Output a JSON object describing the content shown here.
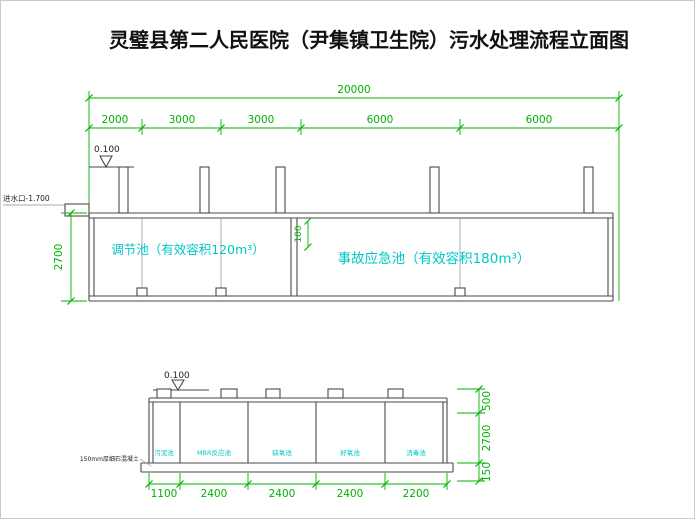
{
  "title": "灵璧县第二人民医院（尹集镇卫生院）污水处理流程立面图",
  "colors": {
    "dimension": "#00b200",
    "tank_text": "#00c7c7",
    "drawing_line": "#4a4a4a"
  },
  "upper_view": {
    "total_dim": "20000",
    "segment_dims": [
      "2000",
      "3000",
      "3000",
      "6000",
      "6000"
    ],
    "elevation": "0.100",
    "inlet_label": "进水口-1.700",
    "depth_dim": "2700",
    "gap_dim": "100",
    "tank_labels": [
      "调节池（有效容积120m³）",
      "事故应急池（有效容积180m³）"
    ]
  },
  "lower_view": {
    "elevation": "0.100",
    "floor_note": "150mm厚细石混凝土",
    "compartment_labels": [
      "污泥池",
      "MBR反应池",
      "缺氧池",
      "好氧池",
      "消毒池"
    ],
    "bottom_dims": [
      "1100",
      "2400",
      "2400",
      "2400",
      "2200"
    ],
    "right_dims": [
      "500",
      "2700",
      "150"
    ]
  }
}
